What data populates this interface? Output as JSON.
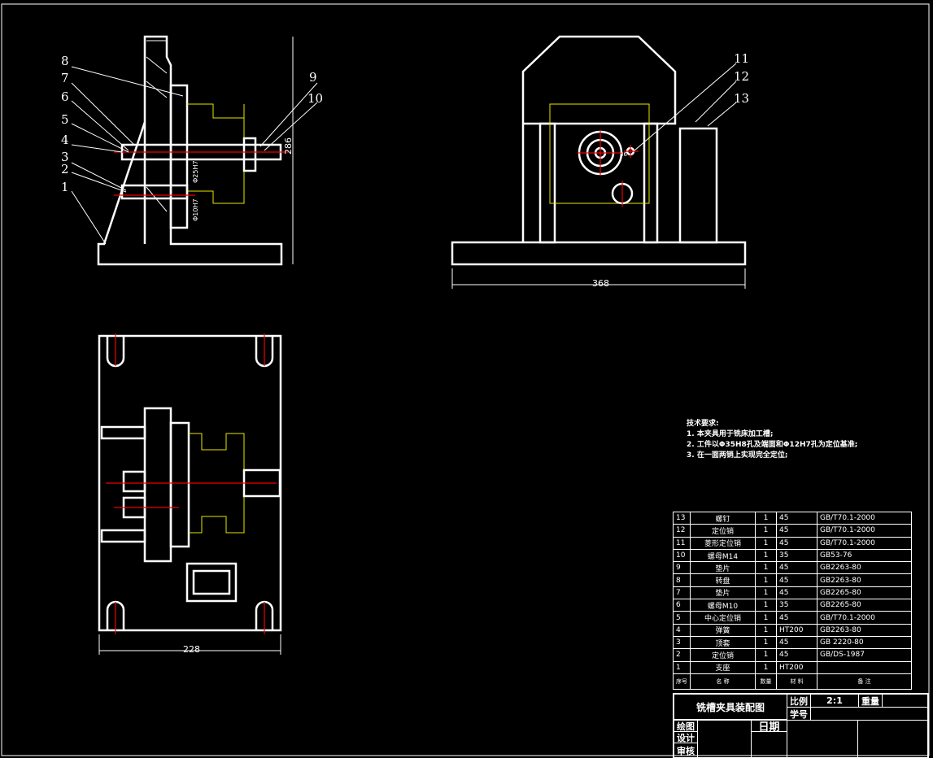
{
  "balloons": [
    "1",
    "2",
    "3",
    "4",
    "5",
    "6",
    "7",
    "8",
    "9",
    "10",
    "11",
    "12",
    "13"
  ],
  "dimensions": {
    "side_height": "286",
    "front_width": "368",
    "top_width": "228",
    "bore1": "Φ25H7",
    "bore2": "Φ10H7",
    "front_small": "36"
  },
  "requirements": {
    "title": "技术要求:",
    "items": [
      "1. 本夹具用于铣床加工槽;",
      "2. 工件以Φ35H8孔及端面和Φ12H7孔为定位基准;",
      "3. 在一面两销上实现完全定位;"
    ]
  },
  "bom": {
    "rows": [
      [
        "13",
        "螺钉",
        "1",
        "45",
        "GB/T70.1-2000"
      ],
      [
        "12",
        "定位销",
        "1",
        "45",
        "GB/T70.1-2000"
      ],
      [
        "11",
        "菱形定位销",
        "1",
        "45",
        "GB/T70.1-2000"
      ],
      [
        "10",
        "螺母M14",
        "1",
        "35",
        "GB53-76"
      ],
      [
        "9",
        "垫片",
        "1",
        "45",
        "GB2263-80"
      ],
      [
        "8",
        "转盘",
        "1",
        "45",
        "GB2263-80"
      ],
      [
        "7",
        "垫片",
        "1",
        "45",
        "GB2265-80"
      ],
      [
        "6",
        "螺母M10",
        "1",
        "35",
        "GB2265-80"
      ],
      [
        "5",
        "中心定位销",
        "1",
        "45",
        "GB/T70.1-2000"
      ],
      [
        "4",
        "弹簧",
        "1",
        "HT200",
        "GB2263-80"
      ],
      [
        "3",
        "顶套",
        "1",
        "45",
        "GB 2220-80"
      ],
      [
        "2",
        "定位销",
        "1",
        "45",
        "GB/DS-1987"
      ],
      [
        "1",
        "支座",
        "1",
        "HT200",
        ""
      ]
    ],
    "header": [
      "序号",
      "名 称",
      "数量",
      "材 料",
      "备 注"
    ]
  },
  "title_block": {
    "drawing_title": "铣槽夹具装配图",
    "scale_label": "比例",
    "scale": "2:1",
    "weight_label": "重量",
    "student_id_label": "学号",
    "drawn_label": "绘图",
    "design_label": "设计",
    "review_label": "审核",
    "date_label": "日期"
  }
}
